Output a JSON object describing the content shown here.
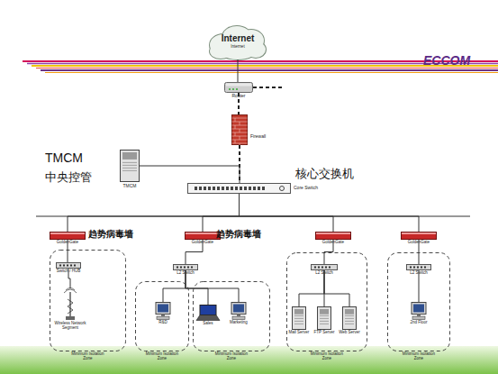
{
  "diagram": {
    "nodes": [
      {
        "text": [
          "Internet",
          "Internet"
        ]
      },
      {
        "text": [
          "Router"
        ]
      },
      {
        "text": [
          "Firewall"
        ]
      },
      {
        "text": [
          "TMCM"
        ]
      },
      {
        "text": [
          "Core Switch"
        ]
      },
      {
        "text": [
          "GoldenGate"
        ]
      },
      {
        "text": [
          "GoldenGate"
        ]
      },
      {
        "text": [
          "GoldenGate"
        ]
      },
      {
        "text": [
          "GoldenGate"
        ]
      },
      {
        "text": [
          "Minimum Isolation Zone"
        ]
      },
      {
        "text": [
          "Switch / HUB"
        ],
        "in": 9
      },
      {
        "text": [
          "Wireless Network Segment"
        ],
        "in": 9
      },
      {
        "text": [
          "L2 Switch"
        ]
      },
      {
        "text": [
          "Minimum Isolation Zone"
        ]
      },
      {
        "text": [
          "R&D"
        ],
        "in": 13
      },
      {
        "text": [
          "Minimum Isolation Zone"
        ]
      },
      {
        "text": [
          "Sales"
        ],
        "in": 15
      },
      {
        "text": [
          "Marketing"
        ],
        "in": 15
      },
      {
        "text": [
          "Minimum Isolation Zone"
        ]
      },
      {
        "text": [
          "L2 Switch"
        ],
        "in": 18
      },
      {
        "text": [
          "Mail Server"
        ],
        "in": 18
      },
      {
        "text": [
          "FTP Server"
        ],
        "in": 18
      },
      {
        "text": [
          "Web Server"
        ],
        "in": 18
      },
      {
        "text": [
          "Minimum Isolation Zone"
        ]
      },
      {
        "text": [
          "L2 Switch"
        ],
        "in": 23
      },
      {
        "text": [
          "2nd Floor"
        ],
        "in": 23
      }
    ],
    "edges": [
      {
        "from": 0,
        "to": 1,
        "arrow": "none"
      },
      {
        "from": 1,
        "to": 2,
        "arrow": "none"
      },
      {
        "from": 2,
        "to": 4,
        "arrow": "none"
      },
      {
        "from": 3,
        "to": 4,
        "arrow": "none"
      },
      {
        "from": 4,
        "to": 5,
        "arrow": "none"
      },
      {
        "from": 4,
        "to": 6,
        "arrow": "none"
      },
      {
        "from": 4,
        "to": 7,
        "arrow": "none"
      },
      {
        "from": 4,
        "to": 8,
        "arrow": "none"
      },
      {
        "from": 5,
        "to": 10,
        "arrow": "none"
      },
      {
        "from": 10,
        "to": 11,
        "arrow": "none"
      },
      {
        "from": 6,
        "to": 12,
        "arrow": "none"
      },
      {
        "from": 12,
        "to": 14,
        "arrow": "none"
      },
      {
        "from": 12,
        "to": 16,
        "arrow": "none"
      },
      {
        "from": 12,
        "to": 17,
        "arrow": "none"
      },
      {
        "from": 7,
        "to": 19,
        "arrow": "none"
      },
      {
        "from": 19,
        "to": 20,
        "arrow": "none"
      },
      {
        "from": 19,
        "to": 21,
        "arrow": "none"
      },
      {
        "from": 19,
        "to": 22,
        "arrow": "none"
      },
      {
        "from": 8,
        "to": 24,
        "arrow": "none"
      },
      {
        "from": 24,
        "to": 25,
        "arrow": "none"
      }
    ],
    "labels": [
      "ECCOM",
      "TMCM",
      "中央控管",
      "核心交换机",
      "趋势病毒墙",
      "趋势病毒墙"
    ]
  }
}
